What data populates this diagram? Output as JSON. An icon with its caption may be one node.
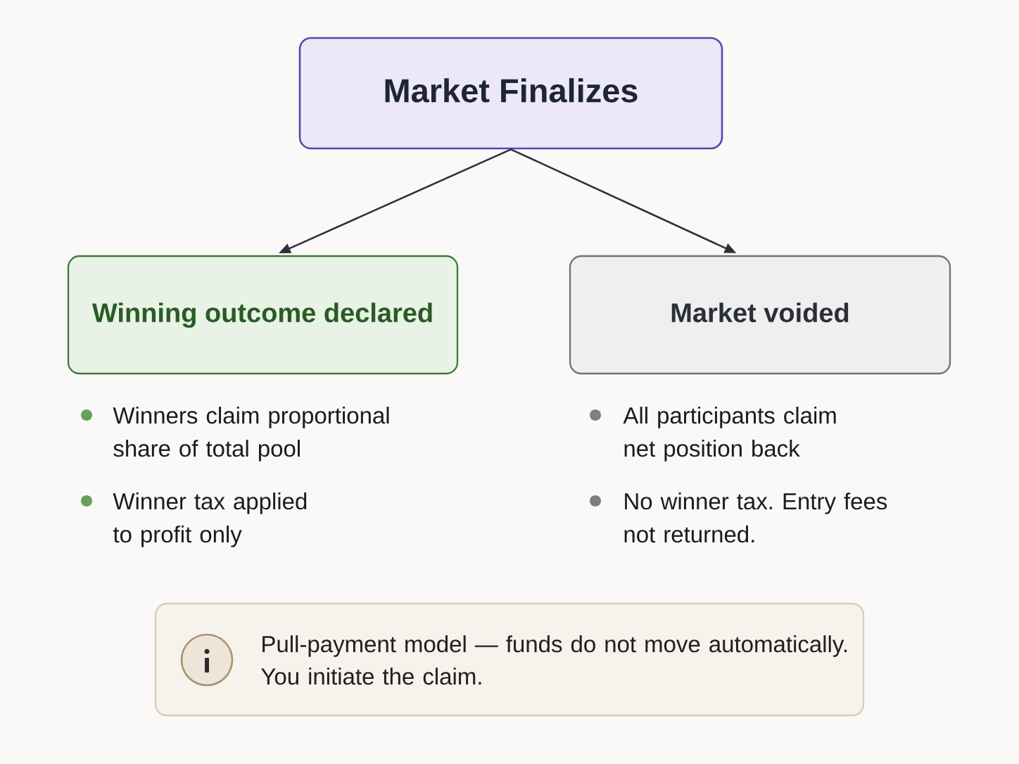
{
  "diagram": {
    "nodes": [
      {
        "text": [
          "Market Finalizes"
        ]
      },
      {
        "text": [
          "Winning outcome declared"
        ],
        "beside": [
          "Winners claim proportional share of total pool",
          "Winner tax applied to profit only"
        ]
      },
      {
        "text": [
          "Market voided"
        ],
        "beside": [
          "All participants claim net position back",
          "No winner tax. Entry fees not returned."
        ]
      },
      {
        "text": [
          "Pull-payment model — funds do not move automatically. You initiate the claim."
        ]
      }
    ],
    "edges": [
      {
        "from": 0,
        "to": 1,
        "arrow": "to"
      },
      {
        "from": 0,
        "to": 2,
        "arrow": "to"
      }
    ]
  }
}
